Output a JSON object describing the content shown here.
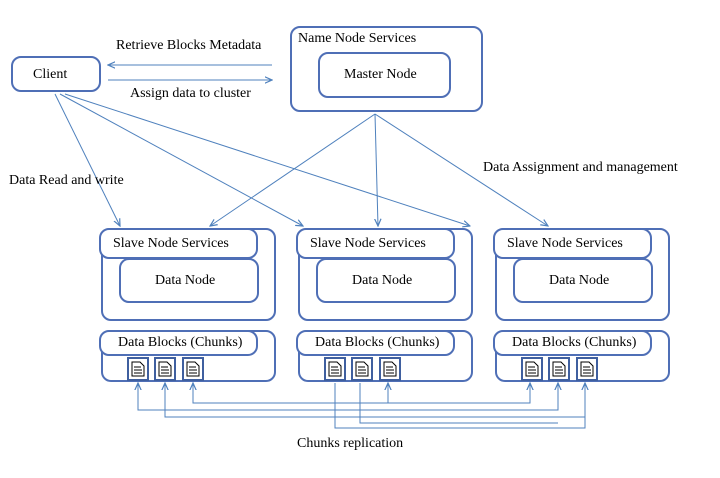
{
  "labels": {
    "client": "Client",
    "name_node_services": "Name Node Services",
    "master_node": "Master Node",
    "retrieve_metadata": "Retrieve Blocks Metadata",
    "assign_data": "Assign data to cluster",
    "data_read_write": "Data Read and write",
    "data_assignment": "Data Assignment and management",
    "chunks_replication": "Chunks replication"
  },
  "slaves": [
    {
      "services": "Slave Node Services",
      "node": "Data Node",
      "blocks": "Data Blocks (Chunks)"
    },
    {
      "services": "Slave Node Services",
      "node": "Data Node",
      "blocks": "Data Blocks (Chunks)"
    },
    {
      "services": "Slave Node Services",
      "node": "Data Node",
      "blocks": "Data Blocks (Chunks)"
    }
  ],
  "colors": {
    "box_border": "#4f6fb6",
    "arrow": "#4f81bd",
    "doc_border": "#3f5f9f"
  },
  "icons": {
    "chunk": "document-icon"
  }
}
